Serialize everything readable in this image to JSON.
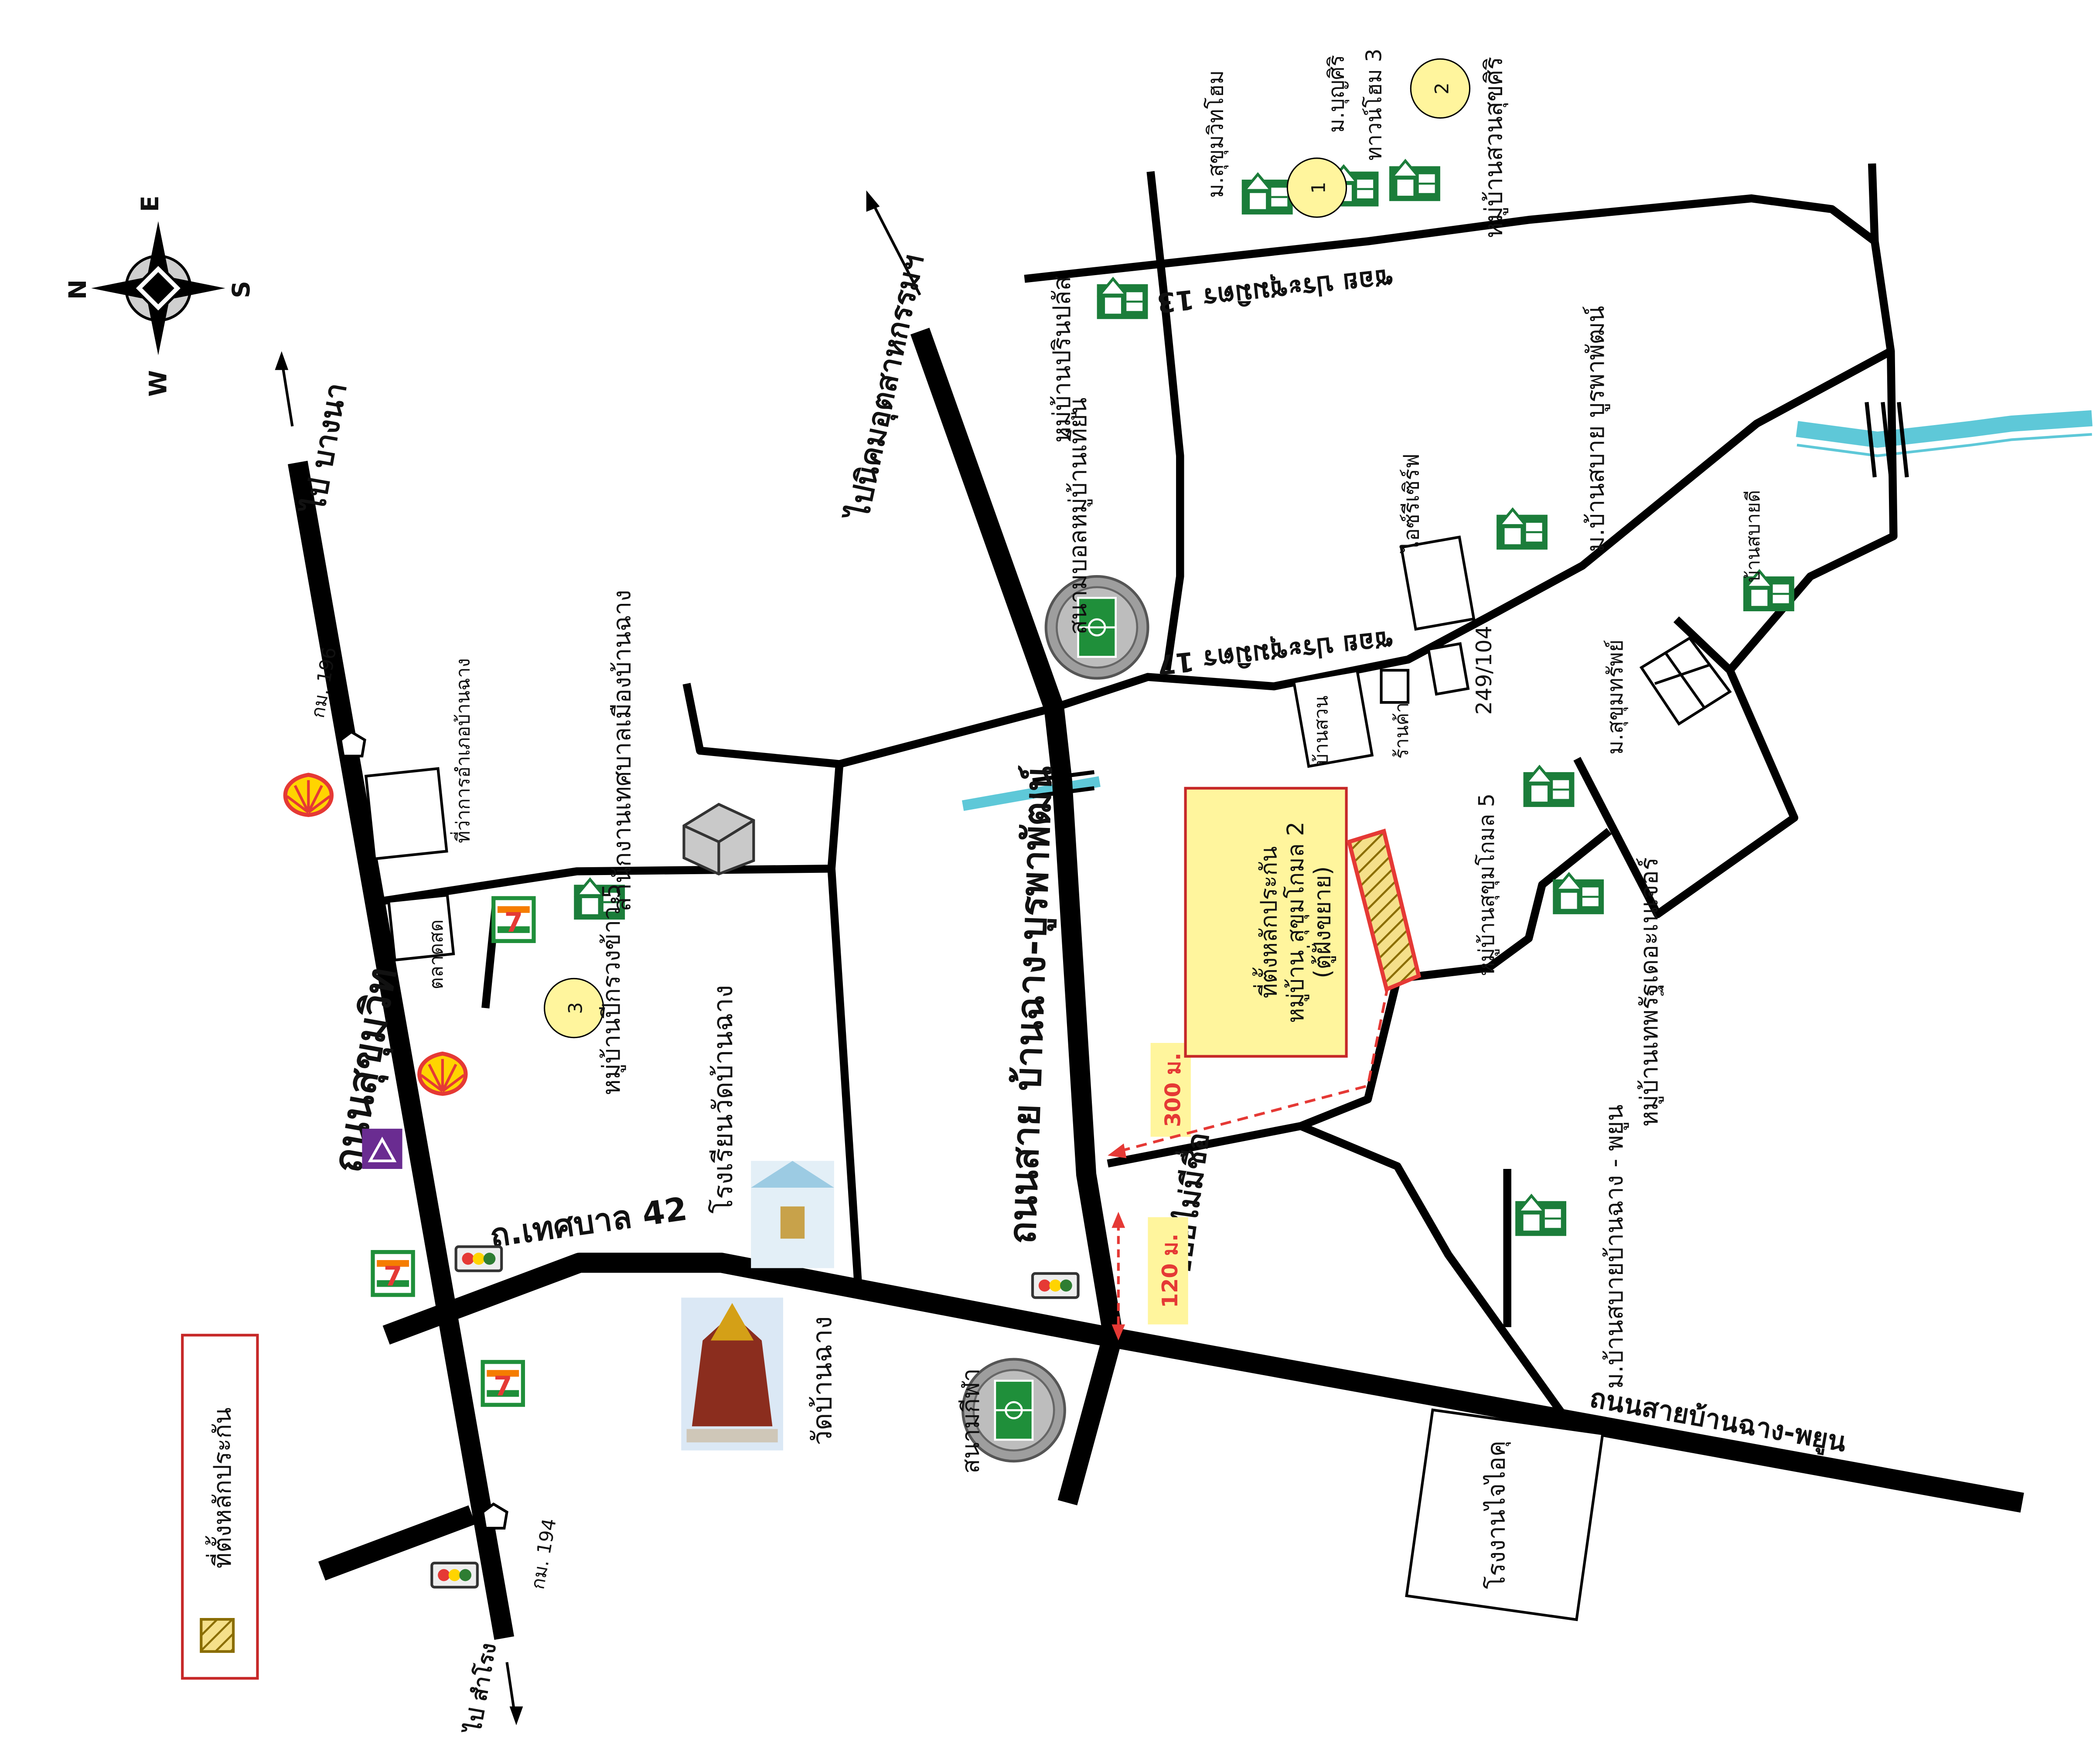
{
  "compass": {
    "n": "N",
    "s": "S",
    "e": "E",
    "w": "W"
  },
  "roads": {
    "sukhumvit": "ถนนสุขุมวิท",
    "to_bangna": "ไป บางนา",
    "to_samrong": "ไป สำโรง",
    "km196": "กม. 196",
    "km194": "กม. 194",
    "thesaban42": "ถ.เทศบาล 42",
    "banchang_burapha": "ถนนสาย บ้านฉาง-บูรพาพัฒน์",
    "to_industrial": "ไปนิคมอุตสาหกรรมฯ",
    "banchang_phayun": "ถนนสายบ้านฉาง-พยูน",
    "soi_unnamed": "ซอยไม่มีชื่อ",
    "soi_17": "ซอย ประชุมมิตร 17",
    "soi_13": "ซอย ประชุมมิตร 13"
  },
  "distances": {
    "d300": "300 ม.",
    "d120": "120 ม."
  },
  "main_site": {
    "line1": "ที่ตั้งหลักประกัน",
    "line2": "หมู่บ้าน สุขุมโกมล 2",
    "line3": "(ตู้ฝั่งขยาย)"
  },
  "legend": {
    "label": "ที่ตั้งหลักประกัน"
  },
  "places": {
    "market": "ตลาดสด",
    "district_office": "ที่ว่าการอำเภอบ้านฉาง",
    "municipal_office": "สำนักงานเทศบาลเมืองบ้านฉาง",
    "moo_nakornwong5": "หมู่บ้านปีกรวงข้าว 5",
    "school": "โรงเรียนวัดบ้านฉาง",
    "temple": "วัดบ้านฉาง",
    "stadium_top": "สนามบอลหมู่บ้านเทียน",
    "stadium_bottom": "สนามกีฬา",
    "moo_prinplus": "หมู่บ้านปรินปลัส",
    "moo_silaporn": "ม.สุขุมวิทโฮม",
    "moo_bunyasiri": "ม.บุญศิริ",
    "townhome3": "ทาวน์โฮม 3",
    "moo_suanprakit": "หมู่บ้านสวนสุขศิริ",
    "moo_burapha": "ม.บ้านสบาย บูรพาพัฒน์",
    "icelink": "ไอซ์รีเซิร์ฟ",
    "baan_suanthai": "บ้านสวน",
    "shop_small": "ร้านค้า",
    "addr": "249/104",
    "moo_sukhum5": "หมู่บ้านสุขุมโกมล 5",
    "moo_sukkumsap": "ม.สุขุมทรัพย์",
    "moo_sabaideee": "บ้านสบายดี",
    "moo_thepwanich": "หมู่บ้านเทพรัฐเดอะเนเจอร์",
    "moo_phayun": "ม.บ้านสบายบ้านฉาง - พยูน",
    "factory": "โรงงานไจไอคุ",
    "n1": "1",
    "n2": "2",
    "n3": "3"
  },
  "colors": {
    "yellow_label": "#fff59d",
    "yellow_circle": "#fff59d",
    "site_red": "#e53935",
    "water": "#5ec8d8",
    "house_green": "#1b7d3a",
    "shell_red": "#e53935",
    "shell_yellow": "#ffd400",
    "seven_green": "#1f8f3a",
    "seven_orange": "#f57c00",
    "bank_purple": "#6a2c91"
  },
  "icons": [
    "compass-rose",
    "shell-station",
    "seven-eleven",
    "bank",
    "traffic-light",
    "stadium",
    "house",
    "school",
    "temple",
    "collateral-site"
  ]
}
